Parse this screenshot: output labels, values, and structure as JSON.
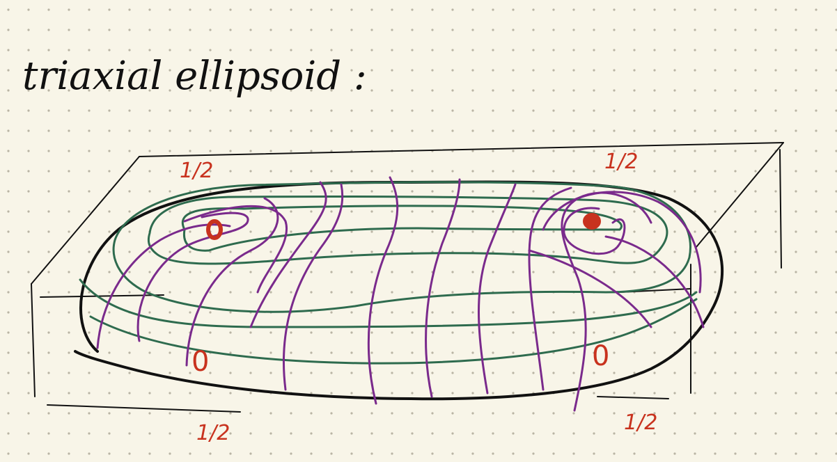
{
  "title": "triaxial ellipsoid :",
  "colors": {
    "background": "#f8f5e8",
    "dot": "#b9b4a4",
    "ink": "#111111",
    "green": "#2e6b4e",
    "purple": "#7a2a8c",
    "red": "#c8321e"
  },
  "labels": {
    "top_left": "1/2",
    "top_right": "1/2",
    "bottom_left": "1/2",
    "bottom_right": "1/2",
    "zero_left": "0",
    "zero_right": "0"
  }
}
